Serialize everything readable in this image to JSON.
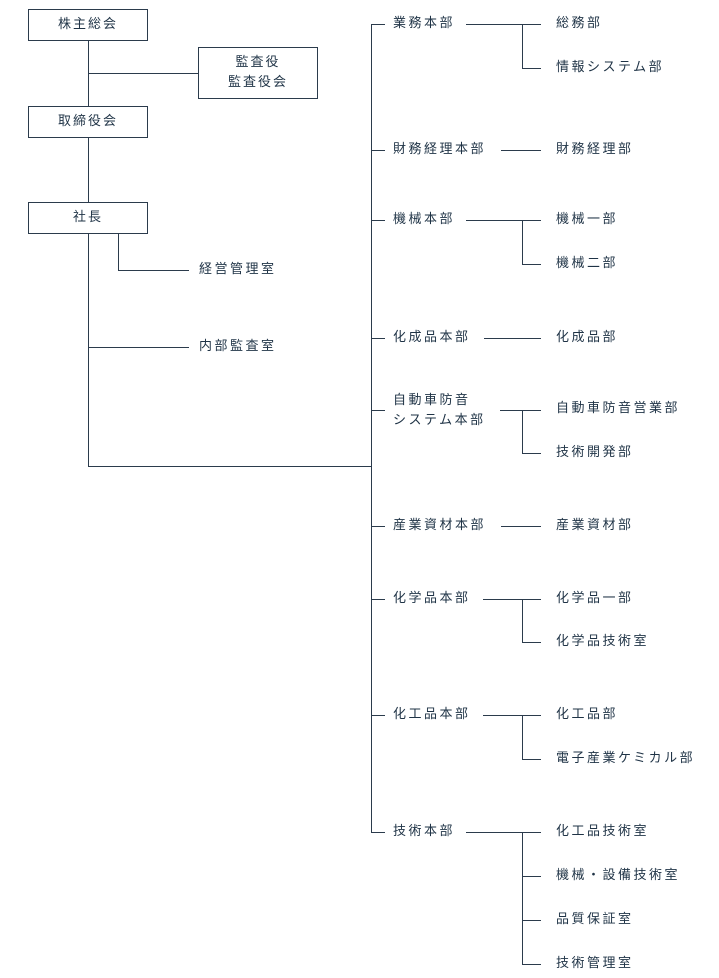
{
  "top": {
    "shareholders_meeting": "株主総会",
    "auditors_line1": "監査役",
    "auditors_line2": "監査役会",
    "board": "取締役会",
    "president": "社長",
    "management_office": "経営管理室",
    "internal_audit": "内部監査室"
  },
  "divisions": [
    {
      "name": "業務本部",
      "departments": [
        "総務部",
        "情報システム部"
      ]
    },
    {
      "name": "財務経理本部",
      "departments": [
        "財務経理部"
      ]
    },
    {
      "name": "機械本部",
      "departments": [
        "機械一部",
        "機械二部"
      ]
    },
    {
      "name": "化成品本部",
      "departments": [
        "化成品部"
      ]
    },
    {
      "name_line1": "自動車防音",
      "name_line2": "システム本部",
      "departments": [
        "自動車防音営業部",
        "技術開発部"
      ]
    },
    {
      "name": "産業資材本部",
      "departments": [
        "産業資材部"
      ]
    },
    {
      "name": "化学品本部",
      "departments": [
        "化学品一部",
        "化学品技術室"
      ]
    },
    {
      "name": "化工品本部",
      "departments": [
        "化工品部",
        "電子産業ケミカル部"
      ]
    },
    {
      "name": "技術本部",
      "departments": [
        "化工品技術室",
        "機械・設備技術室",
        "品質保証室",
        "技術管理室"
      ]
    }
  ]
}
